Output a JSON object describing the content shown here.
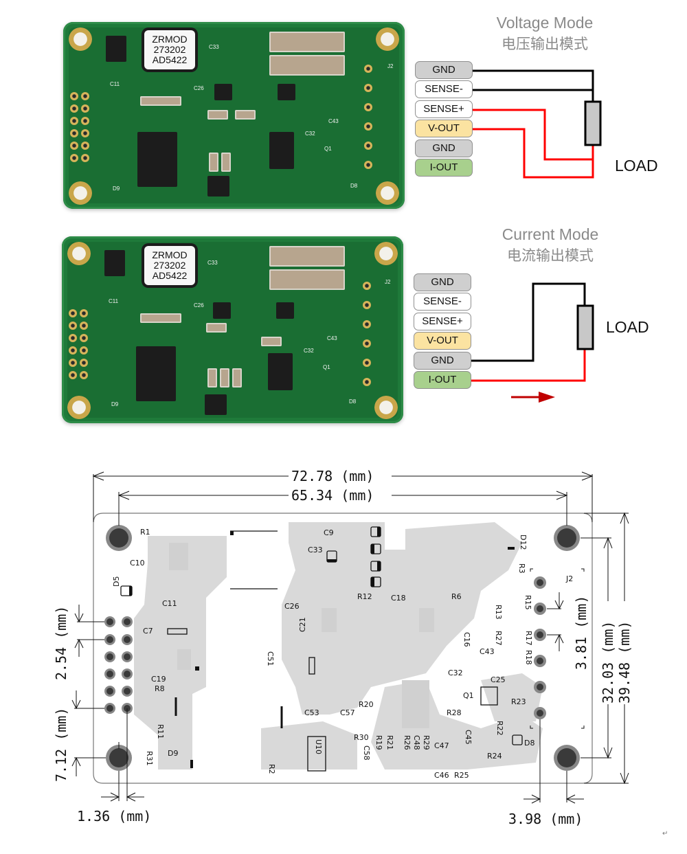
{
  "module_label": [
    "ZRMOD",
    "273202",
    "AD5422"
  ],
  "voltage_mode": {
    "title_en": "Voltage Mode",
    "title_cn": "电压输出模式",
    "load_label": "LOAD",
    "pins": [
      "GND",
      "SENSE-",
      "SENSE+",
      "V-OUT",
      "GND",
      "I-OUT"
    ]
  },
  "current_mode": {
    "title_en": "Current Mode",
    "title_cn": "电流输出模式",
    "load_label": "LOAD",
    "pins": [
      "GND",
      "SENSE-",
      "SENSE+",
      "V-OUT",
      "GND",
      "I-OUT"
    ]
  },
  "colors": {
    "gnd_pin": "#cfcfcf",
    "sense_pin": "#ffffff",
    "vout_pin": "#fbe3a1",
    "iout_pin": "#a8d08d",
    "wire_black": "#000000",
    "wire_red": "#ff0000",
    "pcb_green": "#1f7a3a"
  },
  "board_silkscreen": {
    "connector": "J2",
    "labels": [
      "C33",
      "C11",
      "C26",
      "C21",
      "C51",
      "C32",
      "C16",
      "C43",
      "R13",
      "R15",
      "R27",
      "R8",
      "R11",
      "R30",
      "C58",
      "Q1",
      "R22",
      "D8",
      "D9",
      "D5",
      "D12",
      "R3",
      "C45"
    ]
  },
  "dimensions": {
    "overall_width": "72.78 (mm)",
    "hole_span_width": "65.34 (mm)",
    "overall_height": "39.48 (mm)",
    "hole_span_height": "32.03 (mm)",
    "pin_pitch_right": "3.81 (mm)",
    "pin_pitch_left": "2.54 (mm)",
    "hole_to_pin_vertical": "7.12 (mm)",
    "hole_to_pin_horizontal": "1.36 (mm)",
    "right_edge_offset": "3.98 (mm)"
  },
  "layout_labels": {
    "top": [
      "R1",
      "C10",
      "D5",
      "C11",
      "C7",
      "C19",
      "R8",
      "R11",
      "R31",
      "D9",
      "C9",
      "C33",
      "D12",
      "R3",
      "J2",
      "R12",
      "C18",
      "R6",
      "C26",
      "C21",
      "C51",
      "C16",
      "R15",
      "R13",
      "R27",
      "R17",
      "R18",
      "C43",
      "C32",
      "C25"
    ],
    "bottom": [
      "Q1",
      "R23",
      "R20",
      "C53",
      "C57",
      "R28",
      "R22",
      "D8",
      "R30",
      "C58",
      "R19",
      "R21",
      "R26",
      "C48",
      "R29",
      "C47",
      "C45",
      "R24",
      "C46",
      "R25",
      "U10",
      "R2"
    ]
  },
  "footer_mark": "↵"
}
